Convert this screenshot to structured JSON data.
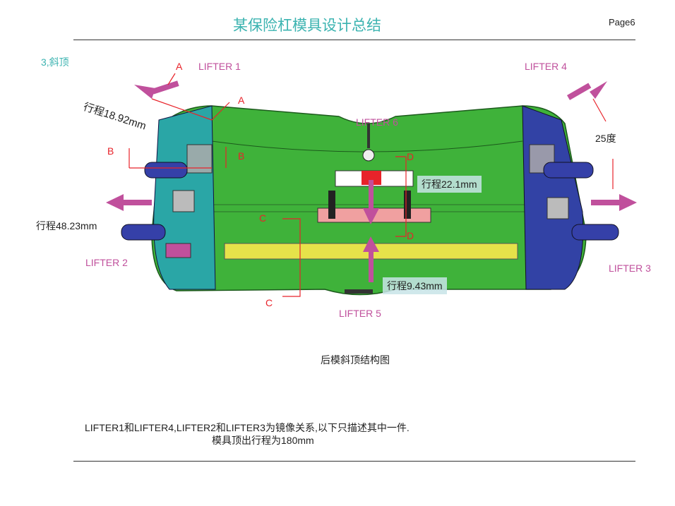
{
  "header": {
    "title": "某保险杠模具设计总结",
    "page": "Page6"
  },
  "section": "3,斜顶",
  "figure": {
    "lifters": [
      "LIFTER 1",
      "LIFTER 2",
      "LIFTER 3",
      "LIFTER 4",
      "LIFTER 5",
      "LIFTER 6"
    ],
    "section_marks": {
      "a1": "A",
      "a2": "A",
      "b1": "B",
      "b2": "B",
      "c1": "C",
      "c2": "C",
      "d1": "D",
      "d2": "D"
    },
    "strokes": {
      "lifter1": "行程18.92mm",
      "lifter2": "行程48.23mm",
      "lifter6": "行程22.1mm",
      "lifter5": "行程9.43mm",
      "angle": "25度"
    },
    "caption": "后模斜顶结构图"
  },
  "notes": [
    "LIFTER1和LIFTER4,LIFTER2和LIFTER3为镜像关系,以下只描述其中一件.",
    "模具顶出行程为180mm"
  ],
  "colors": {
    "accent": "#3bb3b0",
    "lifter": "#c0509c",
    "mark": "#e8232a",
    "mold": "#3fb23a"
  }
}
